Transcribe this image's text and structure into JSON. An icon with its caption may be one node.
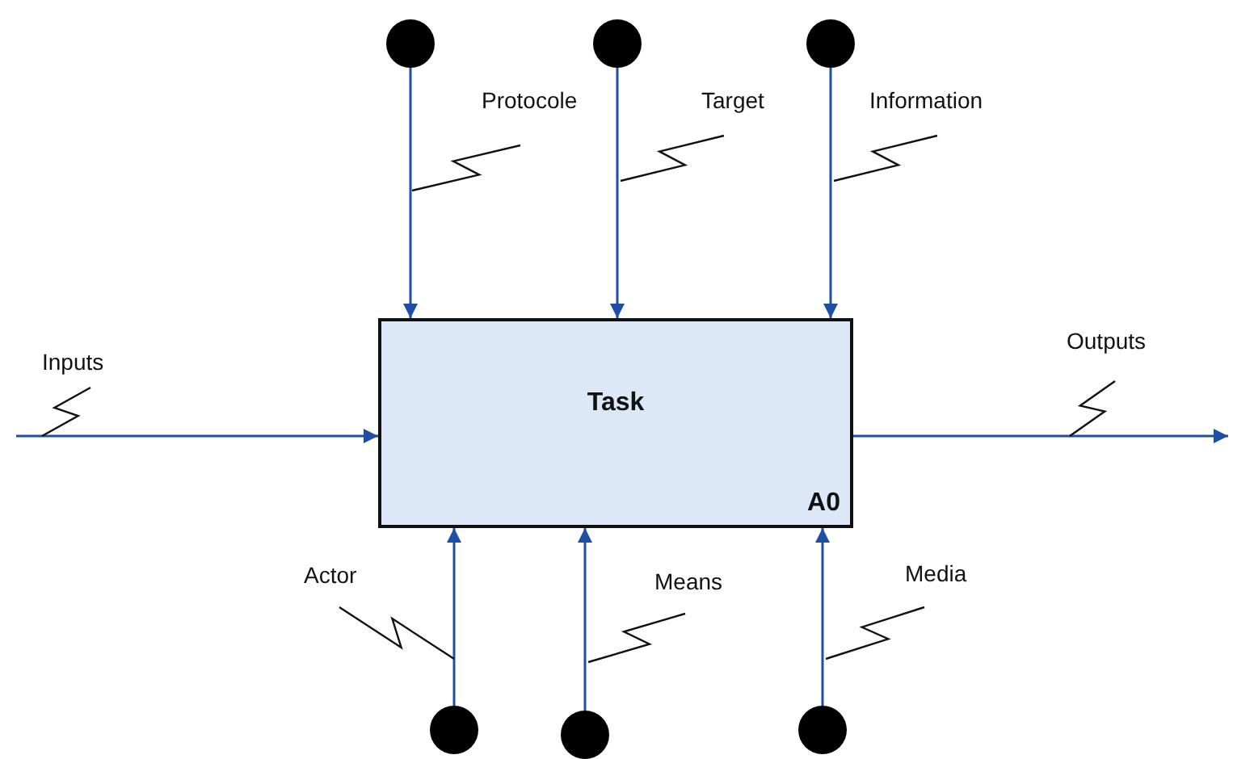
{
  "diagram": {
    "nodes": [
      {
        "text": [
          "Task",
          "A0"
        ]
      },
      {
        "text": [],
        "shape": "circle"
      },
      {
        "text": [],
        "shape": "circle"
      },
      {
        "text": [],
        "shape": "circle"
      },
      {
        "text": [],
        "shape": "circle"
      },
      {
        "text": [],
        "shape": "circle"
      },
      {
        "text": [],
        "shape": "circle"
      }
    ],
    "edges": [
      {
        "from": 1,
        "to": 0,
        "arrow": "to",
        "label": "Protocole"
      },
      {
        "from": 2,
        "to": 0,
        "arrow": "to",
        "label": "Target"
      },
      {
        "from": 3,
        "to": 0,
        "arrow": "to",
        "label": "Information"
      },
      {
        "from": null,
        "to": 0,
        "arrow": "to",
        "label": "Inputs"
      },
      {
        "from": 0,
        "to": null,
        "arrow": "to",
        "label": "Outputs"
      },
      {
        "from": 4,
        "to": 0,
        "arrow": "to",
        "label": "Actor"
      },
      {
        "from": 5,
        "to": 0,
        "arrow": "to",
        "label": "Means"
      },
      {
        "from": 6,
        "to": 0,
        "arrow": "to",
        "label": "Media"
      }
    ]
  }
}
